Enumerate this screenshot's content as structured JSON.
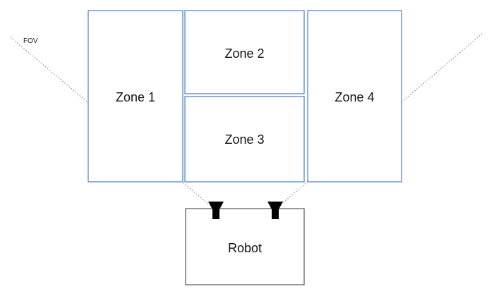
{
  "fov_label": "FOV",
  "zones": [
    {
      "label": "Zone 1"
    },
    {
      "label": "Zone 2"
    },
    {
      "label": "Zone 3"
    },
    {
      "label": "Zone 4"
    }
  ],
  "robot": {
    "label": "Robot"
  },
  "colors": {
    "zone_border": "#4a7cc9",
    "robot_border": "#555555",
    "fov_line": "#8a8a8a",
    "sensor": "#000000"
  }
}
